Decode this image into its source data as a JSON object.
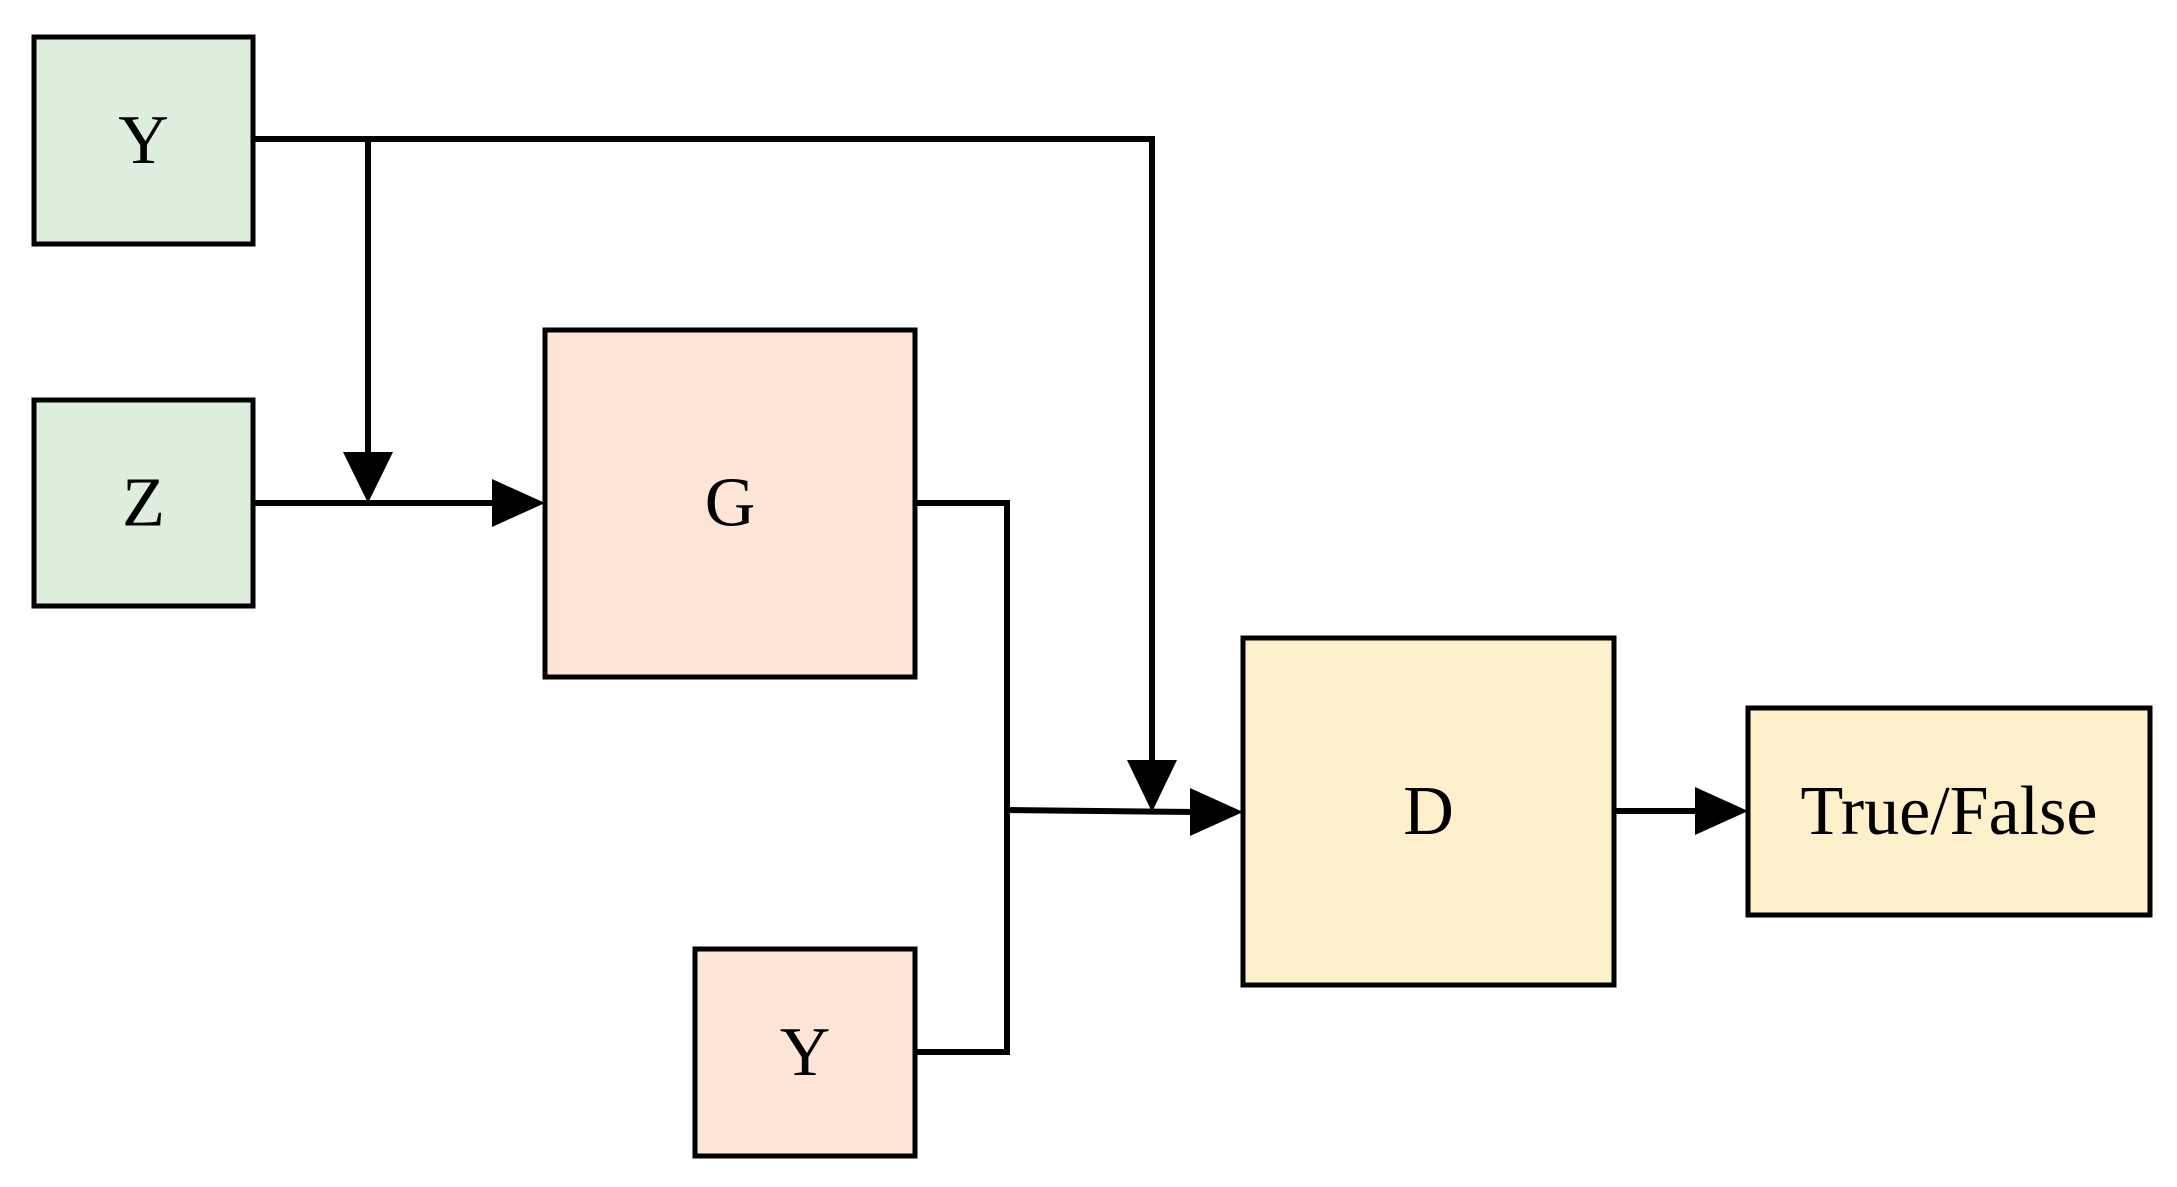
{
  "diagram": {
    "nodes": {
      "y_top": {
        "label": "Y",
        "color": "#deeedc"
      },
      "z": {
        "label": "Z",
        "color": "#deeedc"
      },
      "g": {
        "label": "G",
        "color": "#fde5d7"
      },
      "y_bottom": {
        "label": "Y",
        "color": "#fde5d7"
      },
      "d": {
        "label": "D",
        "color": "#fdf0cb"
      },
      "output": {
        "label": "True/False",
        "color": "#fdf0cb"
      }
    },
    "edges": [
      {
        "from": "y_top",
        "to": "g",
        "via": "merge with z"
      },
      {
        "from": "z",
        "to": "g"
      },
      {
        "from": "y_top",
        "to": "d"
      },
      {
        "from": "g",
        "to": "d",
        "via": "merge with y_bottom"
      },
      {
        "from": "y_bottom",
        "to": "d"
      },
      {
        "from": "d",
        "to": "output"
      }
    ]
  }
}
